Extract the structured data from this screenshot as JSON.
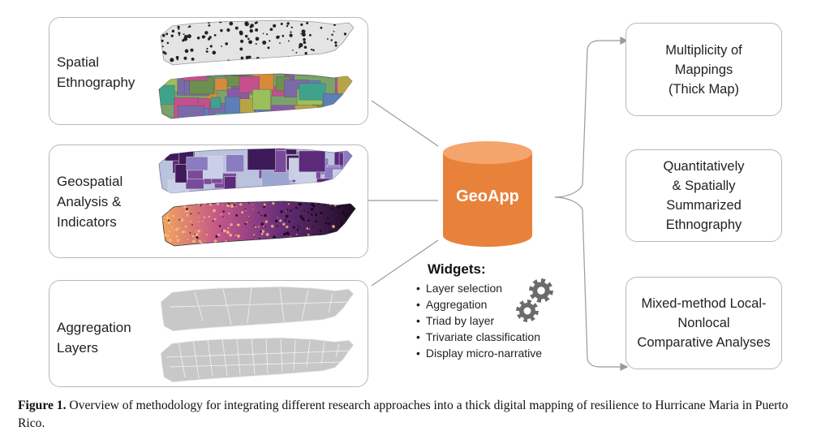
{
  "panels": [
    {
      "label": "Spatial\nEthnography"
    },
    {
      "label": "Geospatial\nAnalysis &\nIndicators"
    },
    {
      "label": "Aggregation\nLayers"
    }
  ],
  "cylinder_label": "GeoApp",
  "widgets": {
    "title": "Widgets:",
    "items": [
      "Layer selection",
      "Aggregation",
      "Triad by layer",
      "Trivariate classification",
      "Display micro-narrative"
    ]
  },
  "outputs": [
    {
      "label": "Multiplicity of\nMappings\n(Thick Map)"
    },
    {
      "label": "Quantitatively\n& Spatially\nSummarized\nEthnography"
    },
    {
      "label": "Mixed-method Local-\nNonlocal\nComparative Analyses"
    }
  ],
  "caption": {
    "prefix": "Figure 1.",
    "text": "Overview of methodology for integrating different research approaches into a thick digital mapping of resilience to Hurricane Maria in Puerto Rico."
  },
  "colors": {
    "cylinder_top": "#f4a56c",
    "cylinder_body": "#e8823a",
    "panel_border": "#b8b8b8",
    "connector": "#9a9a9a",
    "gear": "#6b6b6b"
  },
  "icons": [
    "gear-icon",
    "puerto-rico-map-icon"
  ]
}
